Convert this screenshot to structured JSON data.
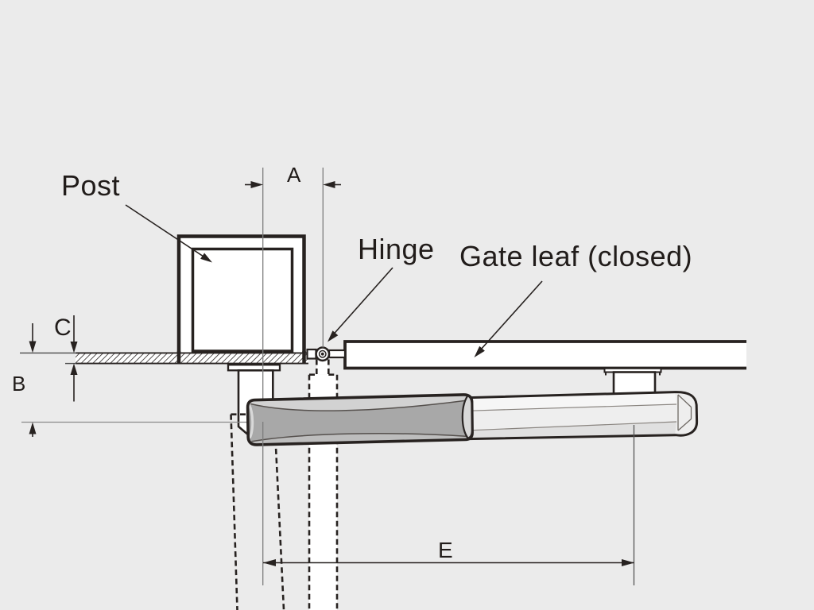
{
  "figure": {
    "kind": "technical installation diagram (top view) of a swing-gate operator",
    "labels": {
      "post": "Post",
      "hinge": "Hinge",
      "gate_leaf": "Gate leaf (closed)"
    },
    "dimensions": {
      "a": "A",
      "b": "B",
      "c": "C",
      "e": "E"
    },
    "colors": {
      "background": "#ebebeb",
      "line": "#272220",
      "thin_reference_line": "#7d7d7d",
      "white_fill": "#ffffff",
      "actuator_body_gray": "#a8a8a8",
      "actuator_body_light": "#d2d2d2",
      "actuator_rod_light": "#eeeeee"
    }
  }
}
